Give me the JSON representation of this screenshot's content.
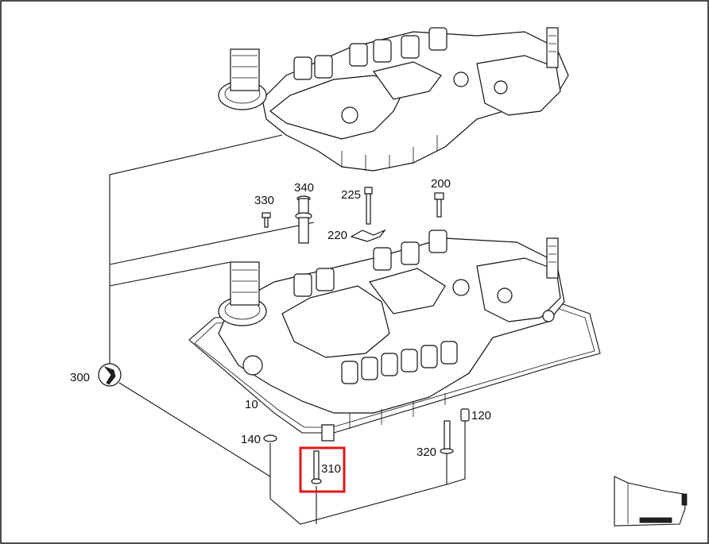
{
  "diagram": {
    "highlight_color": "#e0161b",
    "highlighted_part": "310",
    "callouts": [
      {
        "id": "330",
        "text": "330"
      },
      {
        "id": "340",
        "text": "340"
      },
      {
        "id": "225",
        "text": "225"
      },
      {
        "id": "200",
        "text": "200"
      },
      {
        "id": "220",
        "text": "220"
      },
      {
        "id": "300",
        "text": "300"
      },
      {
        "id": "10",
        "text": "10"
      },
      {
        "id": "140",
        "text": "140"
      },
      {
        "id": "120",
        "text": "120"
      },
      {
        "id": "320",
        "text": "320"
      },
      {
        "id": "310",
        "text": "310"
      }
    ]
  }
}
